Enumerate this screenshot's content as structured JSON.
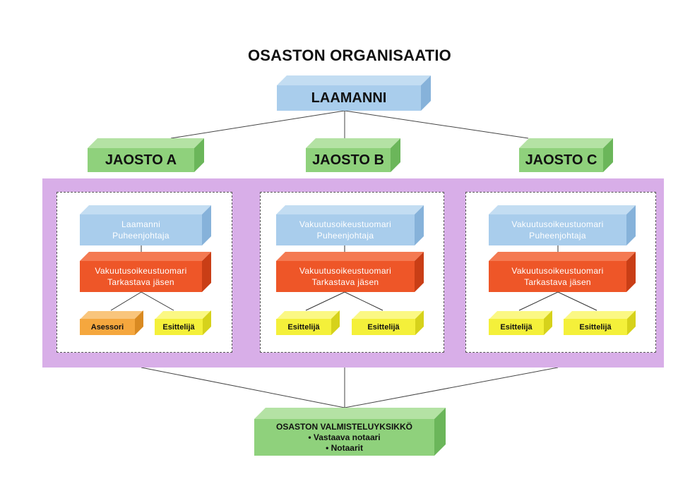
{
  "title": "OSASTON ORGANISAATIO",
  "top_box": {
    "label": "LAAMANNI"
  },
  "sections": [
    {
      "label": "JAOSTO A",
      "chair": {
        "line1": "Laamanni",
        "line2": "Puheenjohtaja"
      },
      "reviewer": {
        "line1": "Vakuutusoikeustuomari",
        "line2": "Tarkastava jäsen"
      },
      "staff": [
        {
          "label": "Asessori",
          "kind": "orange"
        },
        {
          "label": "Esittelijä",
          "kind": "yellow"
        }
      ]
    },
    {
      "label": "JAOSTO B",
      "chair": {
        "line1": "Vakuutusoikeustuomari",
        "line2": "Puheenjohtaja"
      },
      "reviewer": {
        "line1": "Vakuutusoikeustuomari",
        "line2": "Tarkastava jäsen"
      },
      "staff": [
        {
          "label": "Esittelijä",
          "kind": "yellow"
        },
        {
          "label": "Esittelijä",
          "kind": "yellow"
        }
      ]
    },
    {
      "label": "JAOSTO C",
      "chair": {
        "line1": "Vakuutusoikeustuomari",
        "line2": "Puheenjohtaja"
      },
      "reviewer": {
        "line1": "Vakuutusoikeustuomari",
        "line2": "Tarkastava jäsen"
      },
      "staff": [
        {
          "label": "Esittelijä",
          "kind": "yellow"
        },
        {
          "label": "Esittelijä",
          "kind": "yellow"
        }
      ]
    }
  ],
  "prep_unit": {
    "title": "OSASTON VALMISTELUYKSIKKÖ",
    "items": [
      "• Vastaava notaari",
      "• Notaarit"
    ]
  },
  "colors": {
    "blue_front": "#a9cdec",
    "blue_top": "#c3ddf2",
    "blue_side": "#86b2da",
    "green_front": "#8fd17c",
    "green_top": "#b4e2a4",
    "green_side": "#6bb65a",
    "red_front": "#ee5628",
    "red_top": "#f47a52",
    "red_side": "#c93e16",
    "yellow_front": "#f4f03a",
    "yellow_top": "#fbf884",
    "yellow_side": "#d6d21b",
    "orange_front": "#f5a73e",
    "orange_top": "#f9c57c",
    "orange_side": "#d98a22",
    "band": "#d8aee8"
  }
}
